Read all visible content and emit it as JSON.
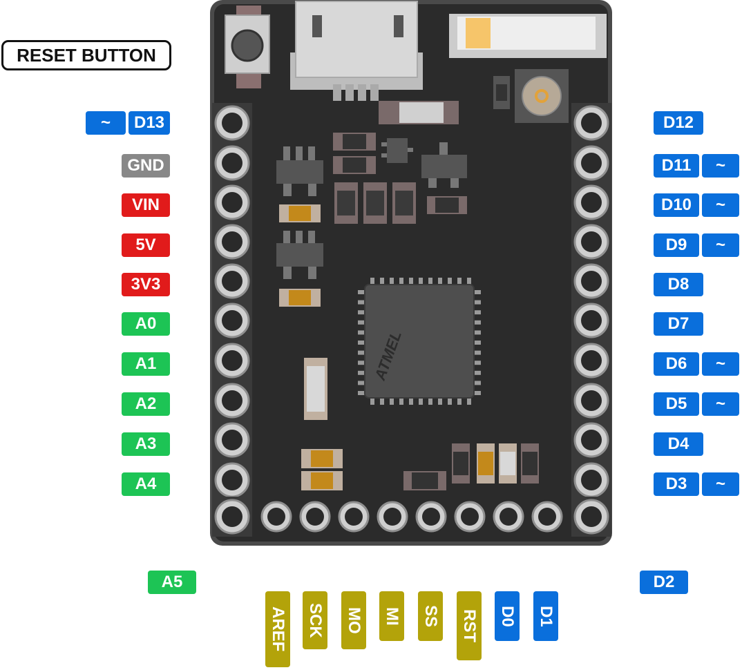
{
  "colors": {
    "digital": "#0a6fdc",
    "power": "#e11b1b",
    "ground": "#888888",
    "analog": "#1dc455",
    "special": "#b3a30a",
    "board": "#2b2b2b",
    "board_edge": "#4a4a4a"
  },
  "callout": {
    "reset_button": "RESET BUTTON"
  },
  "chip": {
    "logo": "ATMEL"
  },
  "pins": {
    "left": [
      "D13",
      "GND",
      "VIN",
      "5V",
      "3V3",
      "A0",
      "A1",
      "A2",
      "A3",
      "A4"
    ],
    "left_bottom": "A5",
    "right": [
      "D12",
      "D11",
      "D10",
      "D9",
      "D8",
      "D7",
      "D6",
      "D5",
      "D4",
      "D3"
    ],
    "right_bottom": "D2",
    "bottom": [
      "AREF",
      "SCK",
      "MO",
      "MI",
      "SS",
      "RST",
      "D0",
      "D1"
    ],
    "pwm_symbol": "~"
  }
}
